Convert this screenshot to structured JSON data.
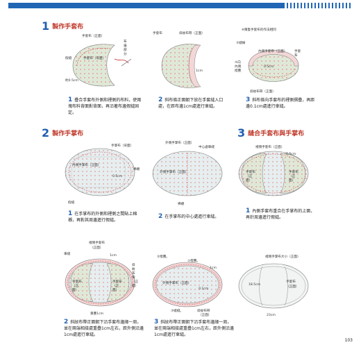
{
  "section1": {
    "num": "1",
    "title": "製作手套布",
    "note": "※兩隻手套布的作法相同",
    "fig1": {
      "label_outer": "手套布（正面）",
      "label_inner": "手套布（背面）",
      "label_right": "布邊部分",
      "label_left": "假縫",
      "label_seam": "約0.5cm"
    },
    "fig2": {
      "label_outer": "手套布",
      "label_band": "斜紋布帶（正面）",
      "label_1cm": "1cm"
    },
    "fig3": {
      "label_outer": "內側手套布（正面）",
      "label_right": "手套布",
      "label_left1": "③縫線",
      "label_left2": "④向內側摺疊",
      "label_05": "0.5cm",
      "label_band": "斜紋布帶（正面）"
    },
    "step1": {
      "n": "1",
      "text": "疊合手套布外側和裡側的布料，使兩塊布料背面對背面，再沿著布邊假縫固定。"
    },
    "step2": {
      "n": "2",
      "text": "斜布條正面朝下放在手套縫入口處，在距布邊1cm處進行車縫。"
    },
    "step3": {
      "n": "3",
      "text": "斜布條向手套布的裡側摺疊，再距邊0.1cm處進行車縫。"
    }
  },
  "section2": {
    "num": "2",
    "title": "製作手掌布",
    "fig1": {
      "label_top": "手掌布（背面）",
      "label_inner": "內側手掌布（正面）",
      "label_05": "0.5cm",
      "label_right": "棉襯",
      "label_bottom": "假縫"
    },
    "fig2": {
      "label_top1": "外側手掌布（正面）",
      "label_top2": "中心處車縫",
      "label_inner": "外側手掌布（正面）",
      "label_bottom": "棉襯"
    },
    "step1": {
      "n": "1",
      "text": "在手掌布的外側和裡側之間貼上棉襯，再對其周邊進行假縫。"
    },
    "step2": {
      "n": "2",
      "text": "在手掌布的中心處進行車縫。"
    }
  },
  "section3": {
    "num": "3",
    "title": "縫合手套布與手掌布",
    "fig1": {
      "label_top": "裡側手套布（正面）",
      "label_05": "0.5cm",
      "label_left": "手套布（正面）",
      "label_right": "手套布（正面）"
    },
    "step1": {
      "n": "1",
      "text": "內側手套布重合在手掌布的上面，再針周邊進行假縫。"
    }
  },
  "row3": {
    "fig1": {
      "label_top": "裡側手套布",
      "label_top2": "（正面）",
      "label_a": "車縫",
      "label_1cm": "1cm",
      "label_right": "斜紋布帶（正面）",
      "label_left": "手套布（正面）",
      "label_right2": "手套布（正面）",
      "label_bottom": "重疊1cm"
    },
    "fig2": {
      "label_a": "②摺疊。",
      "label_b": "①摺疊。",
      "label_1cm": "1cm",
      "label_inner": "外側手掌布（正面）",
      "label_01": "0.1cm",
      "label_c": "③繞縫。",
      "label_band": "斜紋布帶",
      "label_band2": "（正面）"
    },
    "fig3": {
      "label_top": "裡側手掌布大小（正面）",
      "label_left": "18.5cm",
      "label_right": "手套布",
      "label_right2": "（正面）",
      "label_bottom": "23cm"
    },
    "step1": {
      "n": "2",
      "text": "斜紋布帶正面朝下沿手套布邊緣一周，並在兩端相接處重疊1cm左右，距外側沿邊1cm處進行車縫。"
    },
    "step2": {
      "n": "3",
      "text": "斜紋布帶正面朝下沿手套布邊緣一周，並在兩端相接處重疊1cm左右，距外側沿邊1cm處進行車縫。"
    }
  },
  "page_number": "103",
  "colors": {
    "accent_blue": "#1f5fb0",
    "title_red": "#c0392b",
    "fabric": "#dfe9d8",
    "band": "#f3d7d7"
  }
}
